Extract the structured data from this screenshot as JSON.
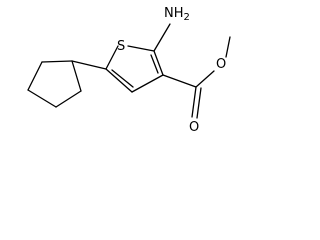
{
  "molecule": {
    "atoms": {
      "sulfur": "S",
      "amine": "NH2",
      "amine_main": "NH",
      "amine_sub": "2",
      "carbonyl_oxygen": "O",
      "ester_oxygen": "O"
    }
  },
  "colors": {
    "bond": "#000000",
    "label": "#000000",
    "background": "#ffffff"
  }
}
